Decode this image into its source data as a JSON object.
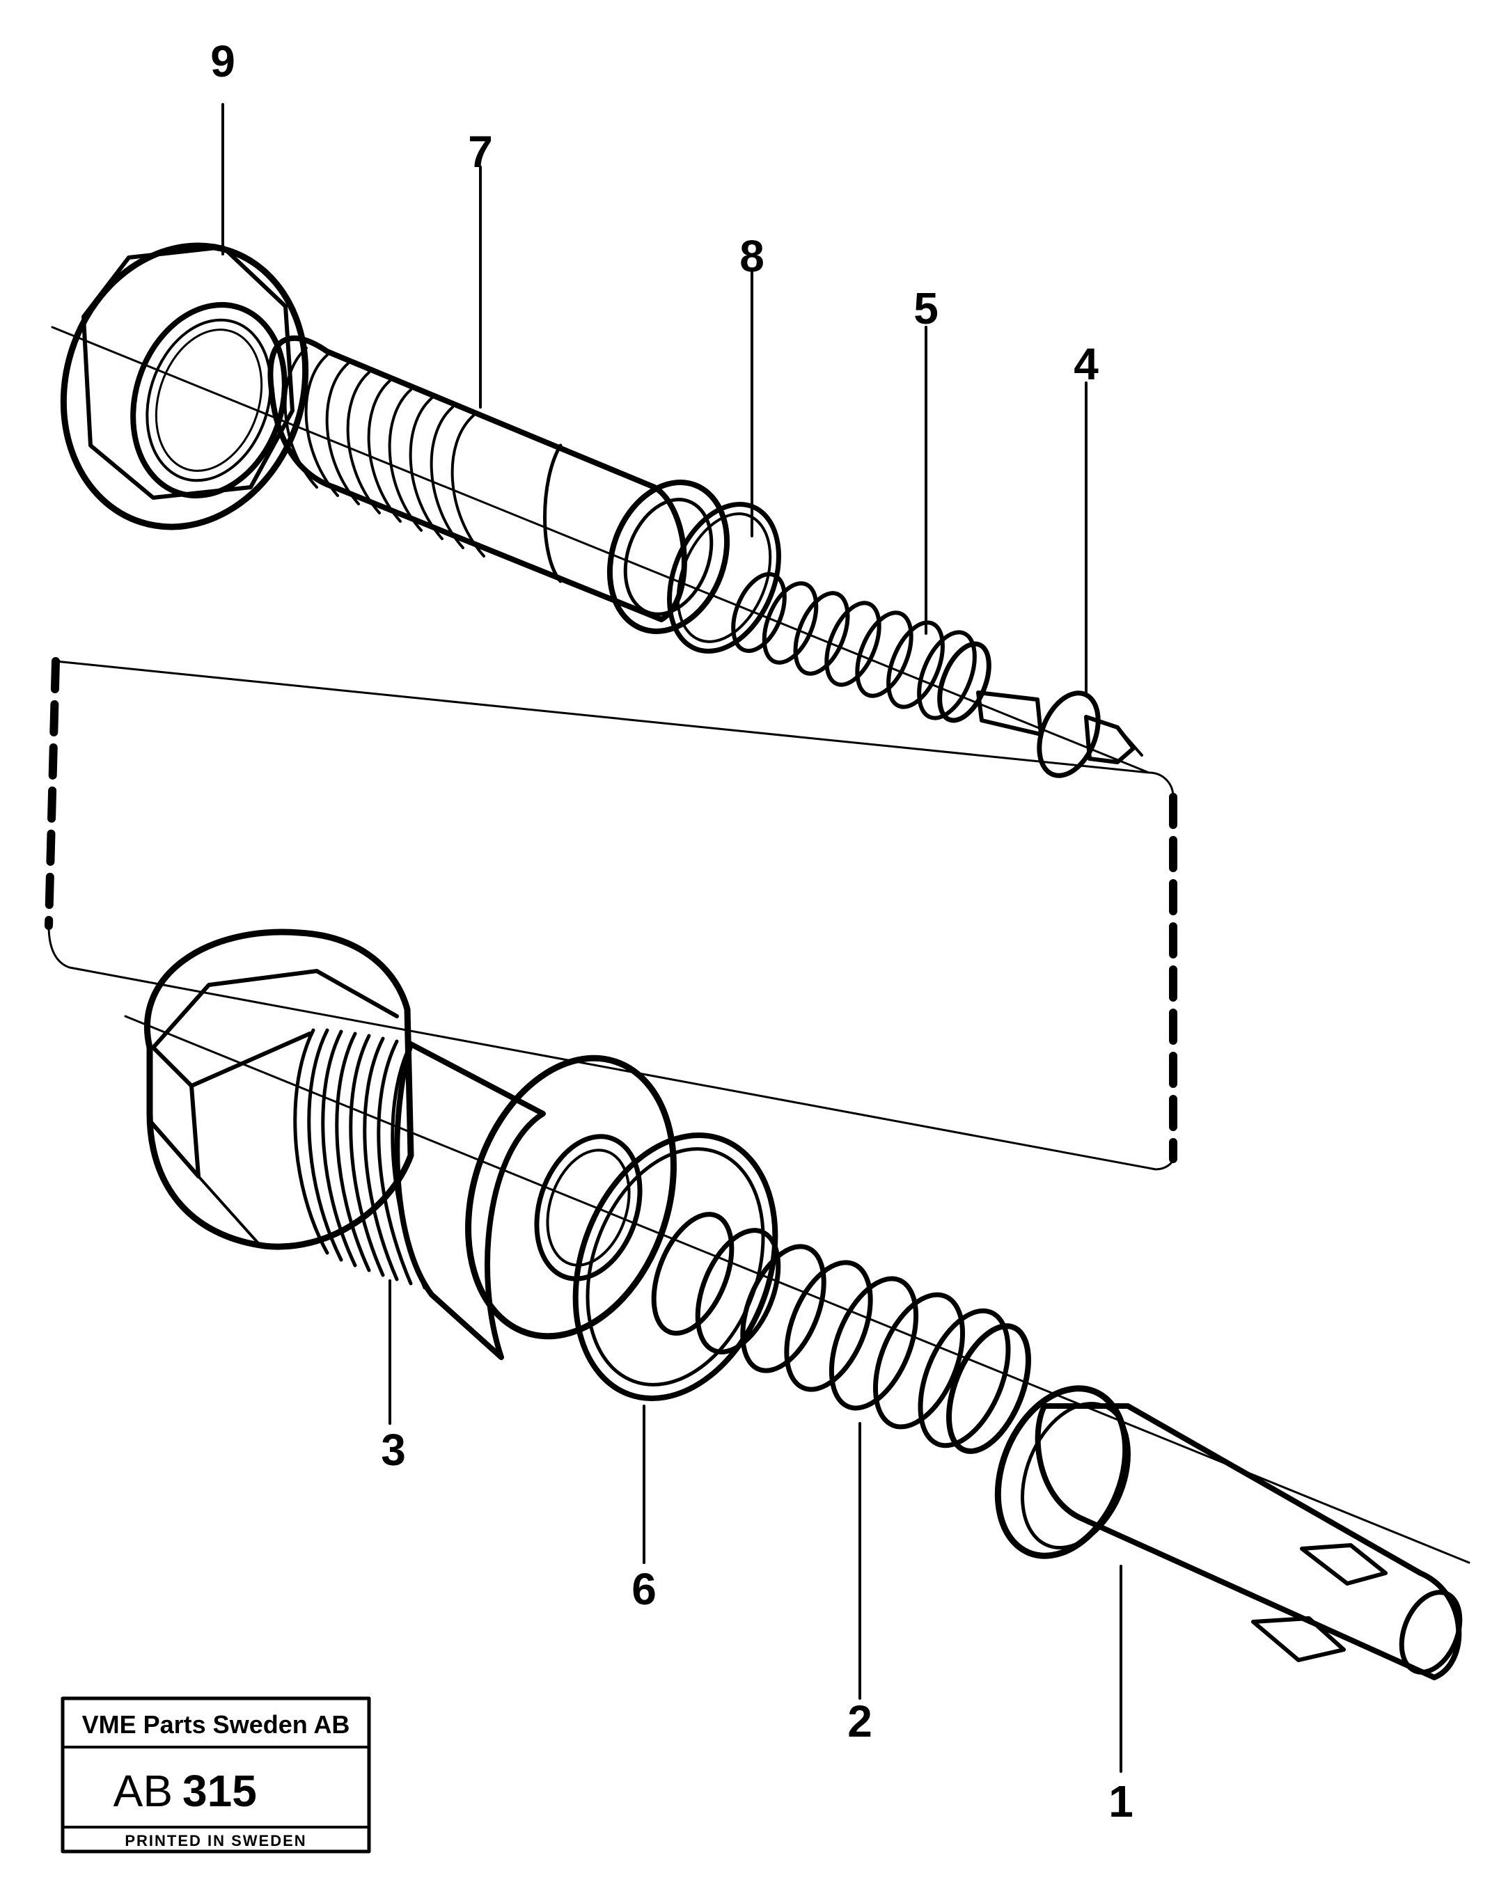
{
  "callouts": {
    "p1": "1",
    "p2": "2",
    "p3": "3",
    "p4": "4",
    "p5": "5",
    "p6": "6",
    "p7": "7",
    "p8": "8",
    "p9": "9"
  },
  "title_block": {
    "company": "VME Parts Sweden AB",
    "code_prefix": "AB",
    "code_number": "315",
    "printed": "PRINTED IN SWEDEN"
  }
}
